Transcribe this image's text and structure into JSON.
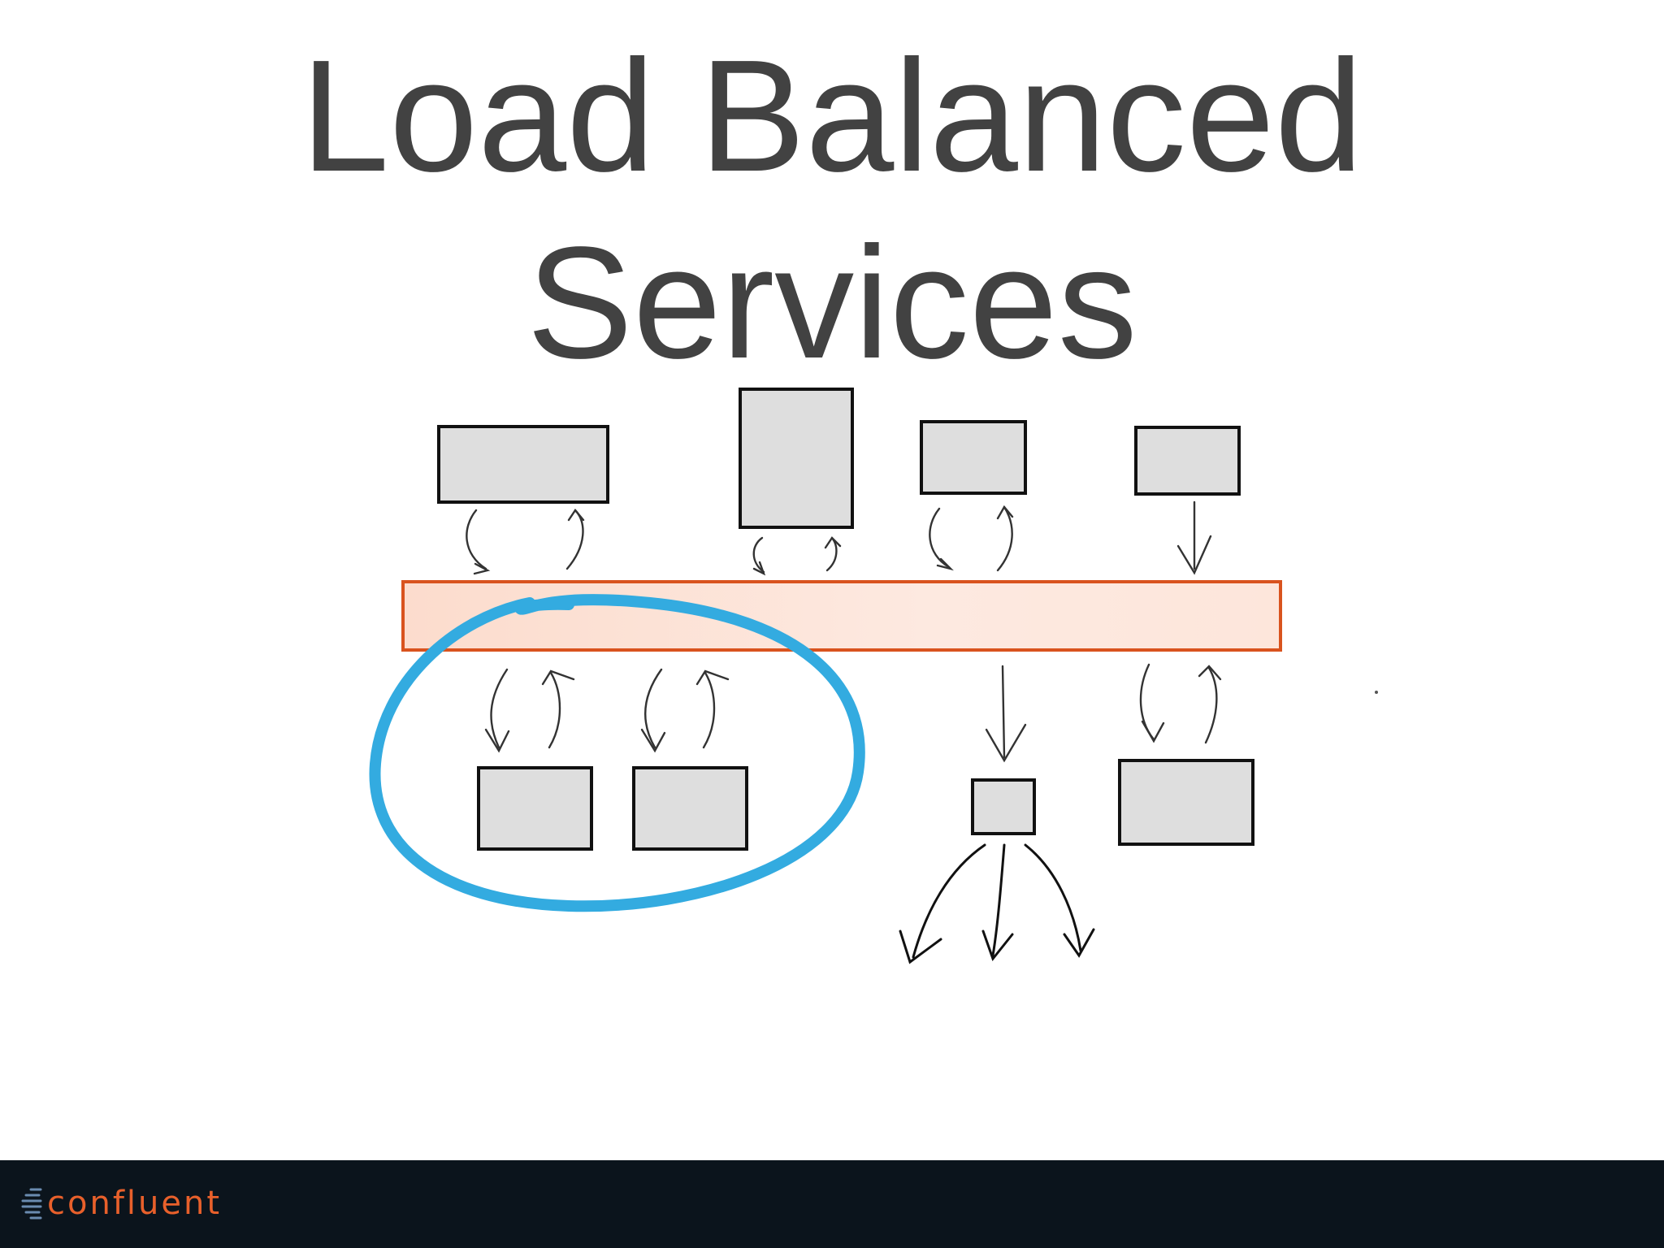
{
  "slide": {
    "title_line1": "Load Balanced",
    "title_line2": "Services"
  },
  "diagram": {
    "colors": {
      "box_fill": "#dedede",
      "box_stroke": "#111111",
      "bus_fill": "#fde7dd",
      "bus_stroke": "#d9531e",
      "highlight": "#33abe0",
      "arrow": "#2a2a2a"
    }
  },
  "footer": {
    "logo_text": "confluent",
    "logo_icon": "confluent-logo-icon",
    "logo_color": "#e8602b",
    "background": "#0b141c"
  }
}
